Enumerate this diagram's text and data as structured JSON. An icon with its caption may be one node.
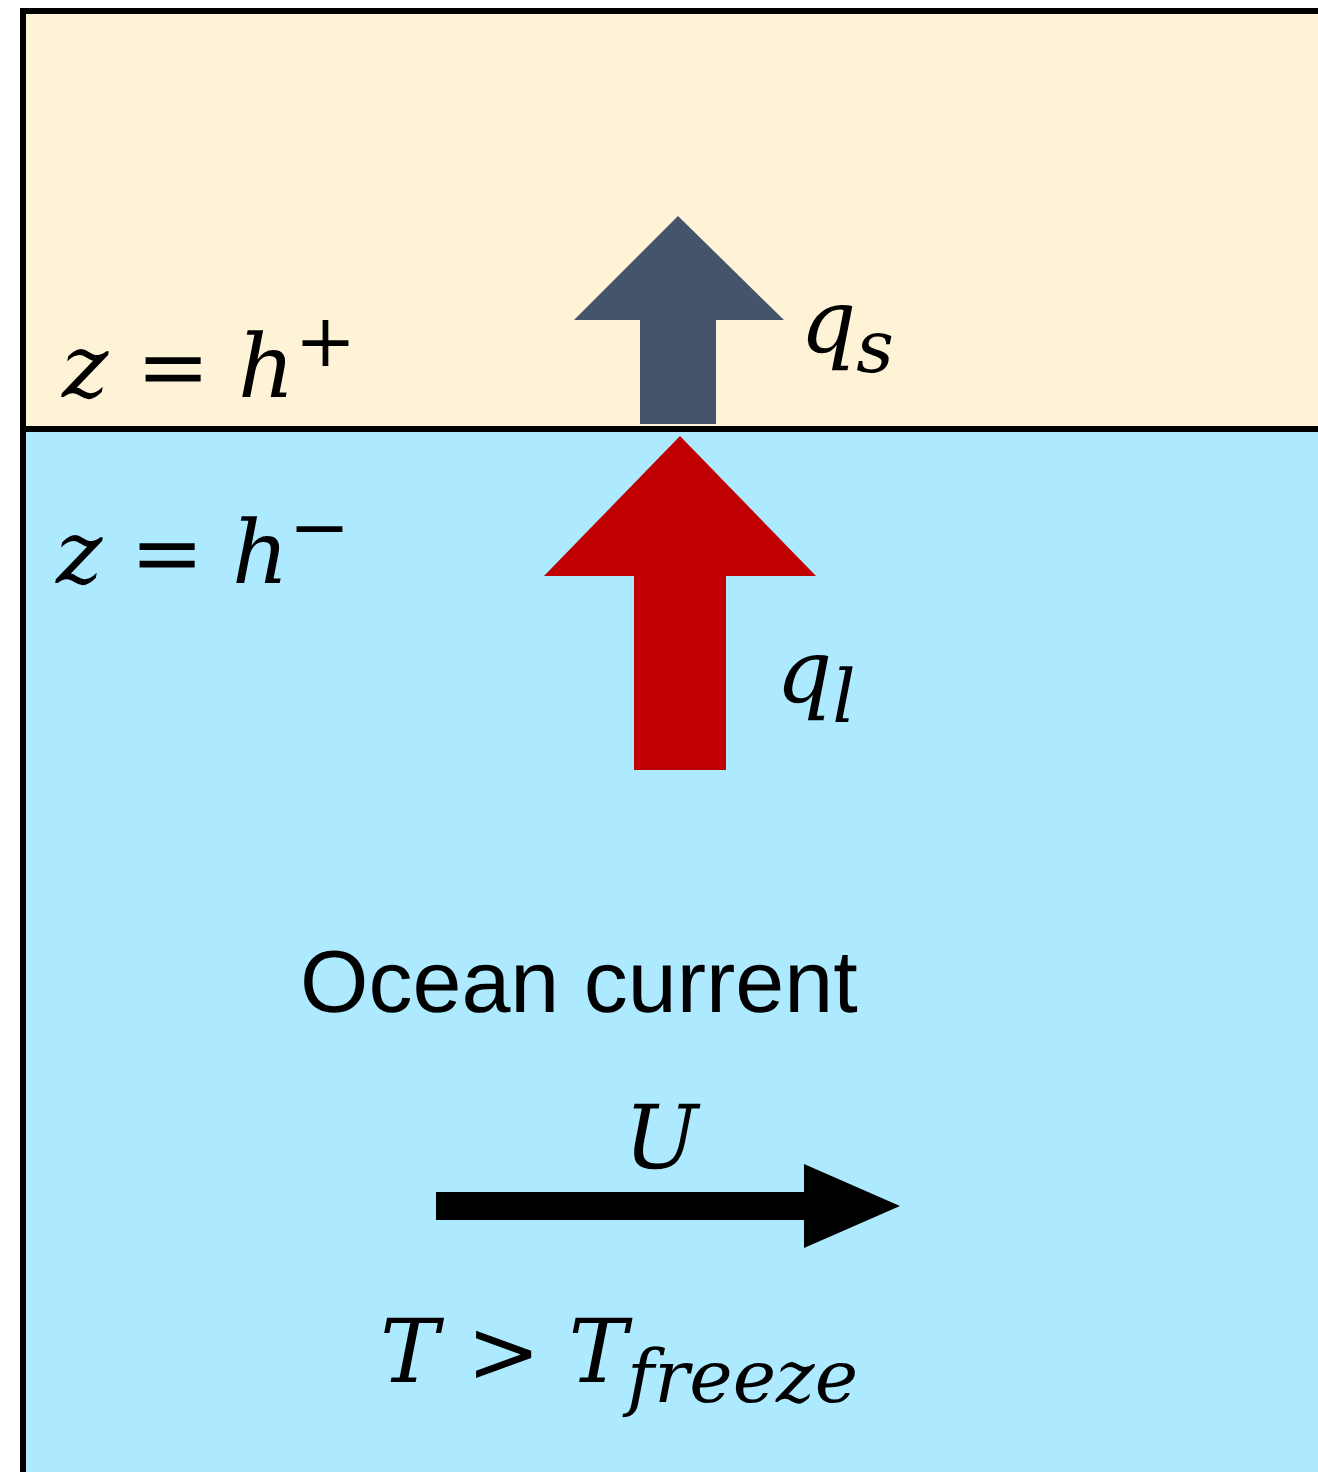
{
  "diagram": {
    "nodes": [
      {
        "text": [
          "z = h$^{+}$"
        ]
      },
      {
        "text": [
          "z = h$^{−}$"
        ]
      }
    ],
    "labels": [
      "q$_{s}$",
      "q$_{l}$",
      "Ocean current",
      "U",
      "T > T$_{freeze}$"
    ]
  }
}
